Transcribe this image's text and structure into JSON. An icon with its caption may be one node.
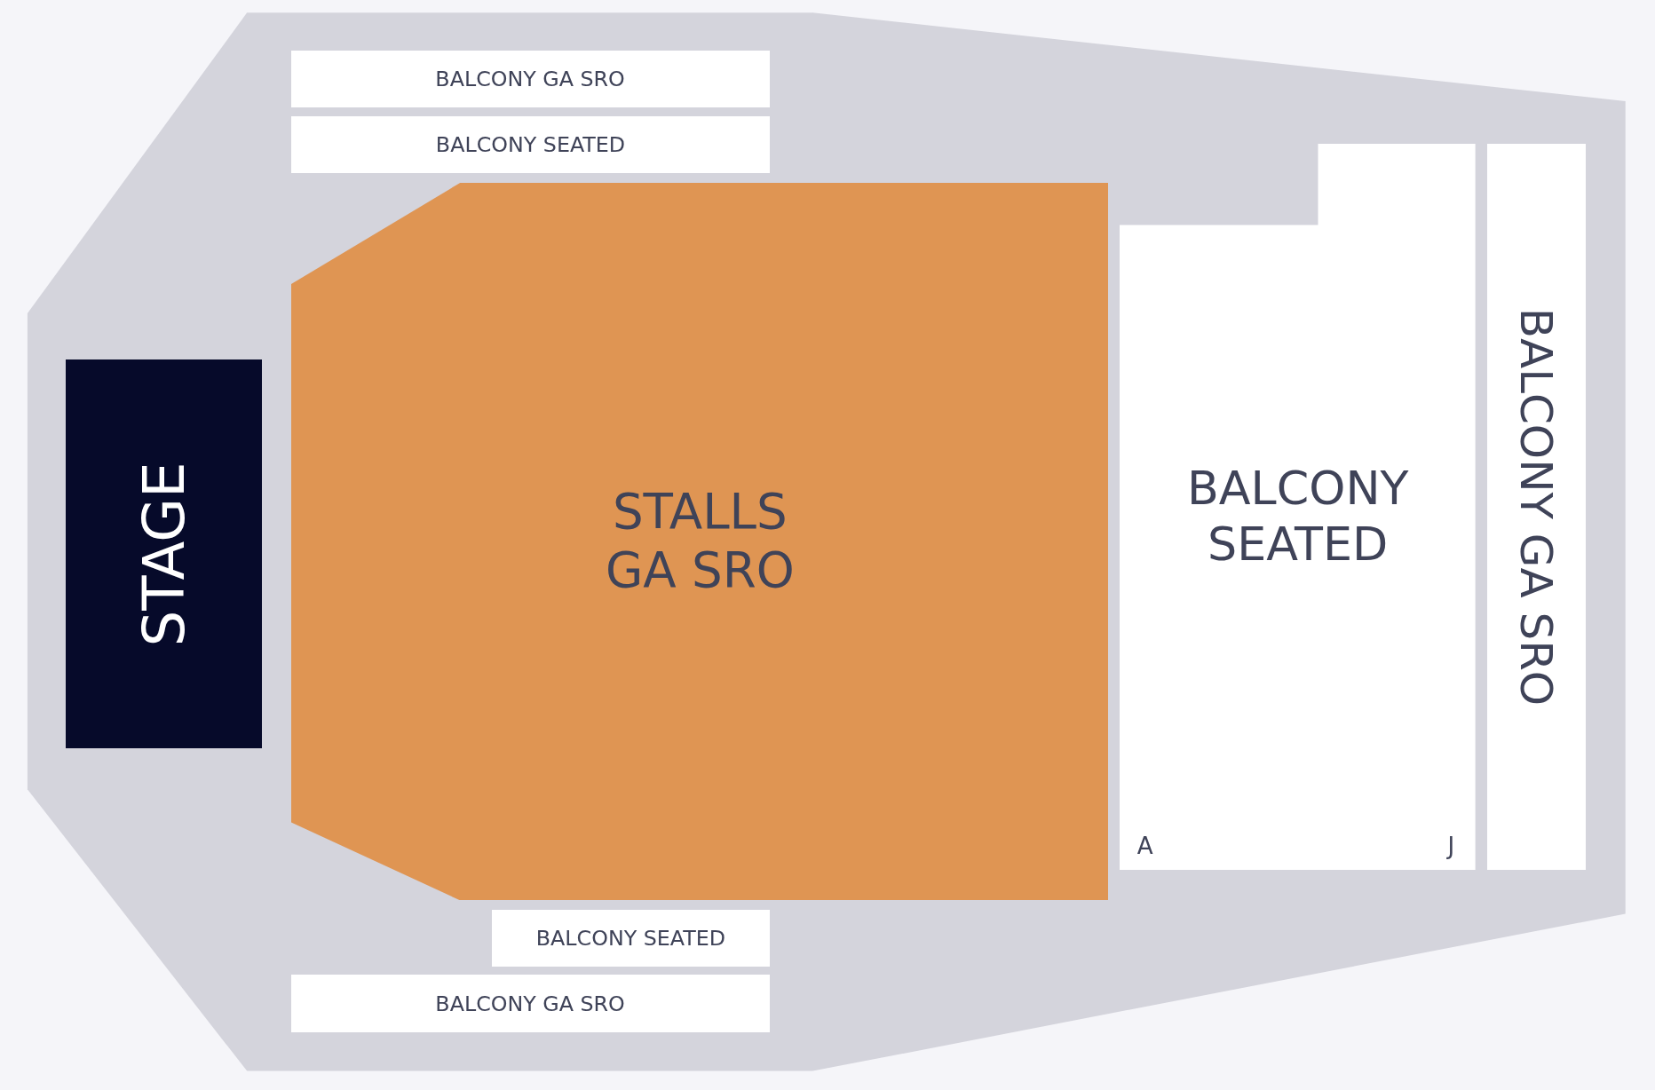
{
  "diagram": {
    "nodes": [
      {
        "text": [
          "BALCONY GA SRO"
        ]
      },
      {
        "text": [
          "BALCONY SEATED"
        ]
      },
      {
        "text": [
          "STAGE"
        ]
      },
      {
        "text": [
          "STALLS GA SRO"
        ]
      },
      {
        "text": [
          "BALCONY SEATED"
        ]
      },
      {
        "text": [
          "BALCONY GA SRO"
        ]
      },
      {
        "text": [
          "BALCONY SEATED"
        ]
      },
      {
        "text": [
          "BALCONY GA SRO"
        ]
      }
    ],
    "labels": [
      "A",
      "J"
    ]
  }
}
